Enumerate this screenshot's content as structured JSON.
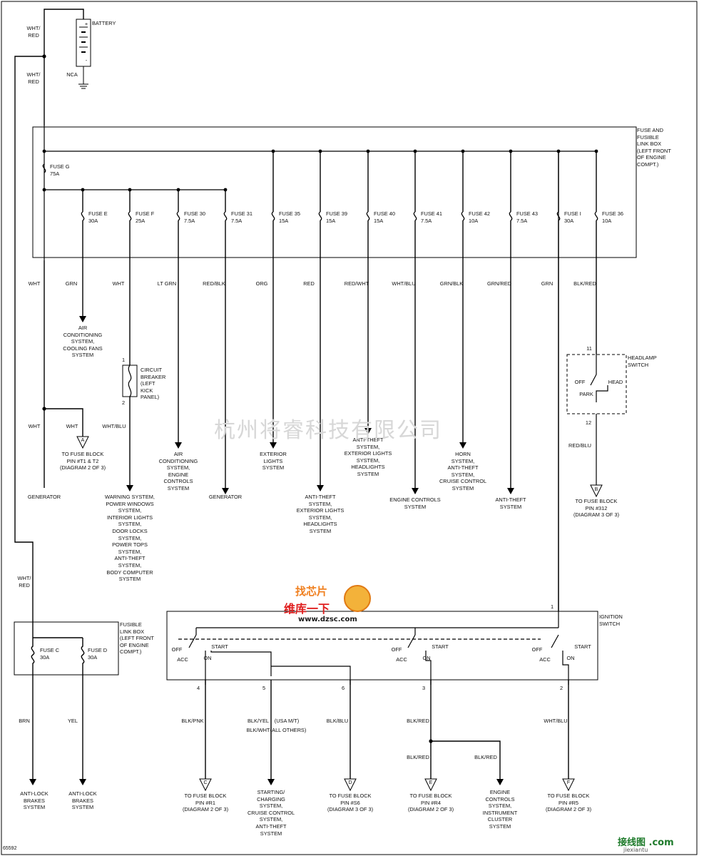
{
  "figure_number": "65592",
  "battery": {
    "label": "BATTERY",
    "plus": "+",
    "minus": "-",
    "ground": "NCA",
    "wire_top": "WHT/\nRED",
    "wire_mid": "WHT/\nRED"
  },
  "fuse_box": {
    "title": "FUSE AND\nFUSIBLE\nLINK BOX\n(LEFT FRONT\nOF ENGINE\nCOMPT.)",
    "main_fuse": "FUSE G\n75A",
    "fuses": [
      {
        "label": "FUSE E\n30A",
        "wire": "GRN",
        "load": "AIR\nCONDITIONING\nSYSTEM,\nCOOLING FANS\nSYSTEM"
      },
      {
        "label": "FUSE F\n25A",
        "wire": "WHT",
        "load": "WARNING SYSTEM,\nPOWER WINDOWS\nSYSTEM,\nINTERIOR LIGHTS\nSYSTEM,\nDOOR LOCKS\nSYSTEM,\nPOWER TOPS\nSYSTEM,\nANTI-THEFT\nSYSTEM,\nBODY COMPUTER\nSYSTEM"
      },
      {
        "label": "FUSE 30\n7.5A",
        "wire": "LT GRN",
        "load": "AIR\nCONDITIONING\nSYSTEM,\nENGINE\nCONTROLS\nSYSTEM"
      },
      {
        "label": "FUSE 31\n7.5A",
        "wire": "RED/BLK",
        "load": "GENERATOR"
      },
      {
        "label": "FUSE 35\n15A",
        "wire": "ORG",
        "load": "EXTERIOR\nLIGHTS\nSYSTEM"
      },
      {
        "label": "FUSE 39\n15A",
        "wire": "RED",
        "load": "ANTI-THEFT\nSYSTEM,\nEXTERIOR LIGHTS\nSYSTEM,\nHEADLIGHTS\nSYSTEM"
      },
      {
        "label": "FUSE 40\n15A",
        "wire": "RED/WHT",
        "load": "ANTI-THEFT\nSYSTEM,\nEXTERIOR LIGHTS\nSYSTEM,\nHEADLIGHTS\nSYSTEM"
      },
      {
        "label": "FUSE 41\n7.5A",
        "wire": "WHT/BLU",
        "load": "ENGINE CONTROLS\nSYSTEM"
      },
      {
        "label": "FUSE 42\n10A",
        "wire": "GRN/BLK",
        "load": "HORN\nSYSTEM,\nANTI-THEFT\nSYSTEM,\nCRUISE CONTROL\nSYSTEM"
      },
      {
        "label": "FUSE 43\n7.5A",
        "wire": "GRN/RED",
        "load": "ANTI-THEFT\nSYSTEM"
      },
      {
        "label": "FUSE I\n30A",
        "wire": "GRN",
        "load": ""
      },
      {
        "label": "FUSE 36\n10A",
        "wire": "BLK/RED",
        "load": ""
      }
    ],
    "left_wire": "WHT"
  },
  "circuit_breaker": {
    "label": "CIRCUIT\nBREAKER\n(LEFT\nKICK\nPANEL)",
    "pin1": "1",
    "pin2": "2",
    "wire_out": "WHT/BLU"
  },
  "generator_branch": {
    "wire1": "WHT",
    "wire2": "WHT",
    "load": "GENERATOR",
    "ref_letter": "A",
    "ref": "TO FUSE BLOCK\nPIN #T1 & T2\n(DIAGRAM 2 OF 3)"
  },
  "headlamp_switch": {
    "label": "HEADLAMP\nSWITCH",
    "pin_in": "11",
    "pin_out": "12",
    "off": "OFF",
    "park": "PARK",
    "head": "HEAD",
    "wire_out": "RED/BLU",
    "ref_letter": "B",
    "ref": "TO FUSE BLOCK\nPIN #312\n(DIAGRAM 3 OF 3)"
  },
  "fusible_link_box": {
    "title": "FUSIBLE\nLINK BOX\n(LEFT FRONT\nOF ENGINE\nCOMPT.)",
    "fuse_c": "FUSE C\n30A",
    "fuse_d": "FUSE D\n30A",
    "wire_in": "WHT/\nRED",
    "wire_c": "BRN",
    "wire_d": "YEL",
    "load_c": "ANTI-LOCK\nBRAKES\nSYSTEM",
    "load_d": "ANTI-LOCK\nBRAKES\nSYSTEM"
  },
  "ignition_switch": {
    "title": "IGNITION\nSWITCH",
    "pin_in": "1",
    "off": "OFF",
    "acc": "ACC",
    "on": "ON",
    "start": "START",
    "outputs": [
      {
        "pin": "4",
        "wire": "BLK/PNK",
        "ref_letter": "C",
        "ref": "TO FUSE BLOCK\nPIN #R1\n(DIAGRAM 2 OF 3)"
      },
      {
        "pin": "5",
        "wire": "BLK/YEL",
        "wire_alt": "BLK/WHT",
        "note": "(USA M/T)",
        "note_alt": "(ALL OTHERS)",
        "load": "STARTING/\nCHARGING\nSYSTEM,\nCRUISE CONTROL\nSYSTEM,\nANTI-THEFT\nSYSTEM"
      },
      {
        "pin": "6",
        "wire": "BLK/BLU",
        "ref_letter": "D",
        "ref": "TO FUSE BLOCK\nPIN #S6\n(DIAGRAM 3 OF 3)"
      },
      {
        "pin": "3",
        "wire": "BLK/RED",
        "wire_split": "BLK/RED",
        "ref_letter": "E",
        "ref": "TO FUSE BLOCK\nPIN #R4\n(DIAGRAM 2 OF 3)",
        "branch_wire": "BLK/RED",
        "branch_load": "ENGINE\nCONTROLS\nSYSTEM,\nINSTRUMENT\nCLUSTER\nSYSTEM"
      },
      {
        "pin": "2",
        "wire": "WHT/BLU",
        "ref_letter": "F",
        "ref": "TO FUSE BLOCK\nPIN #R5\n(DIAGRAM 2 OF 3)"
      }
    ]
  },
  "watermark": "杭州将睿科技有限公司",
  "logo": {
    "line1": "维库一下",
    "line2": "www.dzsc.com",
    "line3": "找芯片"
  },
  "corner_logo": "接线图 .com",
  "corner_sub": "jiexiantu"
}
